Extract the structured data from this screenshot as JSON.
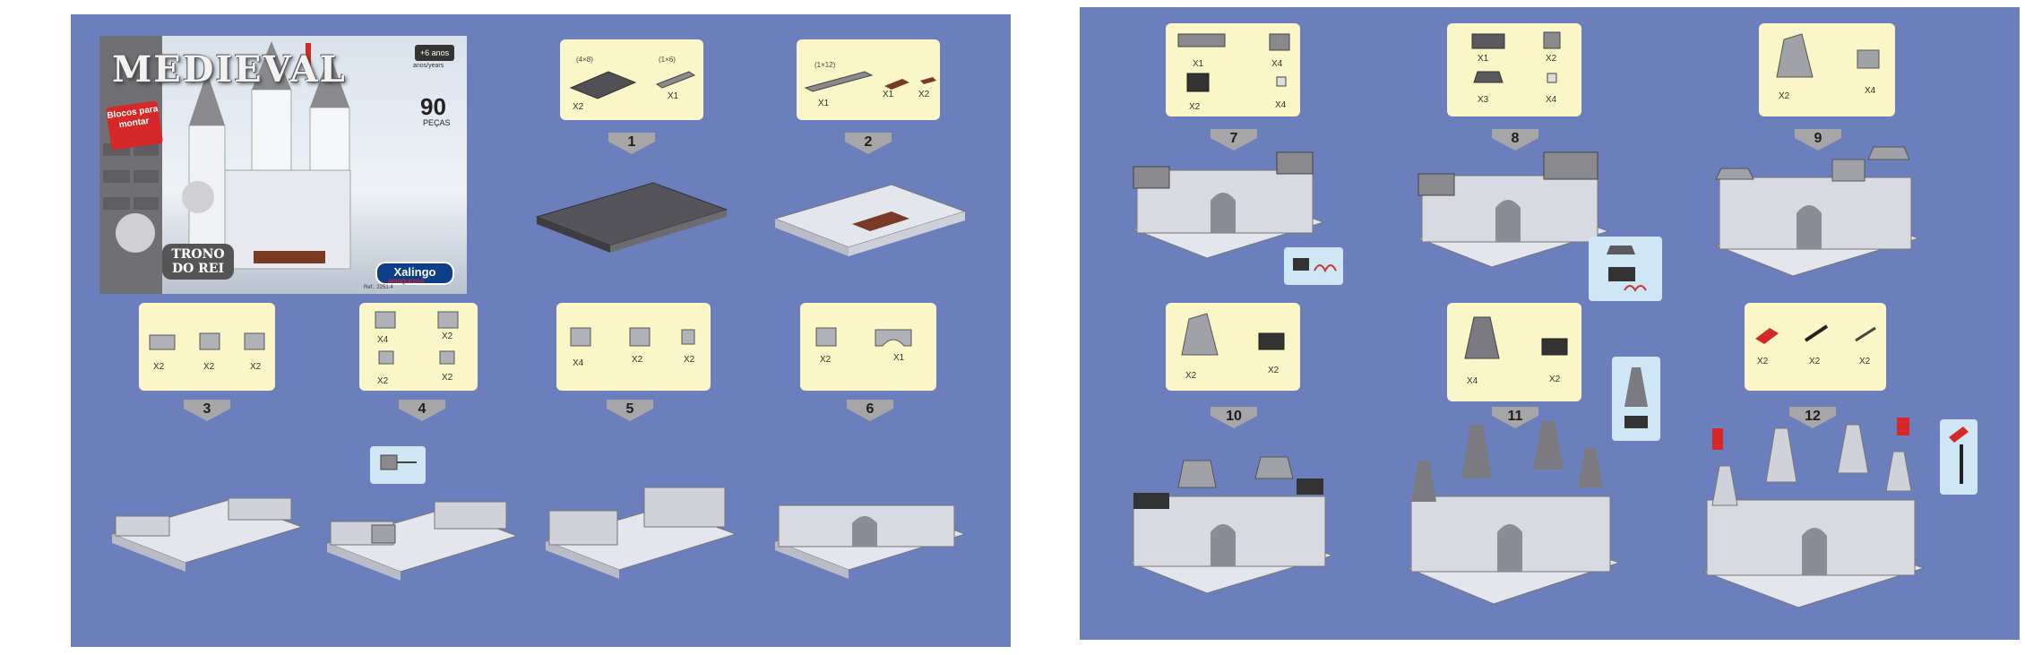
{
  "cover": {
    "logo": "MEDIEVAL",
    "age": "+6 anos",
    "age_sub": "anos/years",
    "piece_count": "90",
    "piece_label": "PEÇAS",
    "badge": "Blocos para montar",
    "title_line1": "TRONO",
    "title_line2": "DO REI",
    "brand": "Xalingo",
    "brand_sub": "BRINQUEDOS",
    "ref": "Ref.: 2251.4"
  },
  "steps": {
    "s1": {
      "num": "1",
      "dim_a": "(4×8)",
      "dim_b": "(1×6)",
      "q1": "X2",
      "q2": "X1"
    },
    "s2": {
      "num": "2",
      "dim_a": "(1×12)",
      "q1": "X1",
      "q2": "X1",
      "q3": "X2"
    },
    "s3": {
      "num": "3",
      "q1": "X2",
      "q2": "X2",
      "q3": "X2"
    },
    "s4": {
      "num": "4",
      "q1": "X4",
      "q2": "X2",
      "q3": "X2",
      "q4": "X2"
    },
    "s5": {
      "num": "5",
      "q1": "X4",
      "q2": "X2",
      "q3": "X2"
    },
    "s6": {
      "num": "6",
      "q1": "X2",
      "q2": "X1"
    },
    "s7": {
      "num": "7",
      "q1": "X1",
      "q2": "X4",
      "q3": "X2",
      "q4": "X4"
    },
    "s8": {
      "num": "8",
      "q1": "X1",
      "q2": "X2",
      "q3": "X3",
      "q4": "X4"
    },
    "s9": {
      "num": "9",
      "q1": "X2",
      "q2": "X4"
    },
    "s10": {
      "num": "10",
      "q1": "X2",
      "q2": "X2"
    },
    "s11": {
      "num": "11",
      "q1": "X4",
      "q2": "X2"
    },
    "s12": {
      "num": "12",
      "q1": "X2",
      "q2": "X2",
      "q3": "X2"
    }
  },
  "colors": {
    "page_background": "#6b7fbd",
    "parts_panel": "#fbf6c8",
    "inset_panel": "#cfe6f5",
    "brick_light": "#e4e6ee",
    "brick_dark": "#5a5a5e",
    "accent_red": "#d62828"
  }
}
